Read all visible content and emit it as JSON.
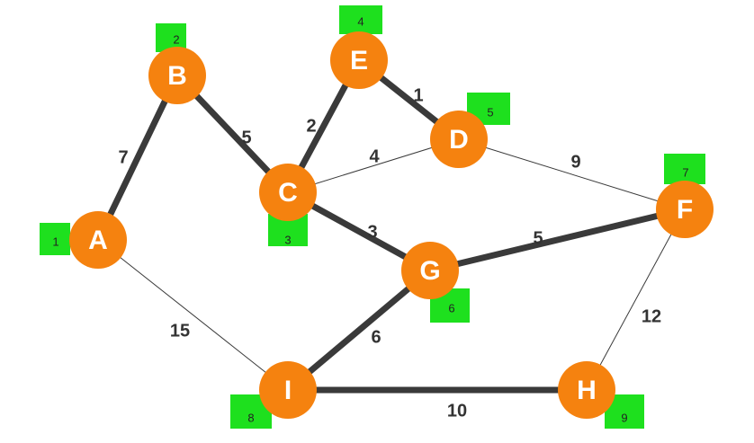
{
  "graph": {
    "colors": {
      "node": "#f5820f",
      "node_text": "#ffffff",
      "order_badge": "#1ee01e",
      "edge": "#3a3a3a"
    },
    "nodes": [
      {
        "id": "A",
        "label": "A",
        "order": "1"
      },
      {
        "id": "B",
        "label": "B",
        "order": "2"
      },
      {
        "id": "C",
        "label": "C",
        "order": "3"
      },
      {
        "id": "E",
        "label": "E",
        "order": "4"
      },
      {
        "id": "D",
        "label": "D",
        "order": "5"
      },
      {
        "id": "G",
        "label": "G",
        "order": "6"
      },
      {
        "id": "F",
        "label": "F",
        "order": "7"
      },
      {
        "id": "I",
        "label": "I",
        "order": "8"
      },
      {
        "id": "H",
        "label": "H",
        "order": "9"
      }
    ],
    "edges": [
      {
        "from": "A",
        "to": "B",
        "weight": "7",
        "in_tree": true
      },
      {
        "from": "B",
        "to": "C",
        "weight": "5",
        "in_tree": true
      },
      {
        "from": "C",
        "to": "E",
        "weight": "2",
        "in_tree": true
      },
      {
        "from": "E",
        "to": "D",
        "weight": "1",
        "in_tree": true
      },
      {
        "from": "C",
        "to": "D",
        "weight": "4",
        "in_tree": false
      },
      {
        "from": "D",
        "to": "F",
        "weight": "9",
        "in_tree": false
      },
      {
        "from": "C",
        "to": "G",
        "weight": "3",
        "in_tree": true
      },
      {
        "from": "G",
        "to": "F",
        "weight": "5",
        "in_tree": true
      },
      {
        "from": "F",
        "to": "H",
        "weight": "12",
        "in_tree": false
      },
      {
        "from": "G",
        "to": "I",
        "weight": "6",
        "in_tree": true
      },
      {
        "from": "A",
        "to": "I",
        "weight": "15",
        "in_tree": false
      },
      {
        "from": "I",
        "to": "H",
        "weight": "10",
        "in_tree": true
      }
    ]
  }
}
